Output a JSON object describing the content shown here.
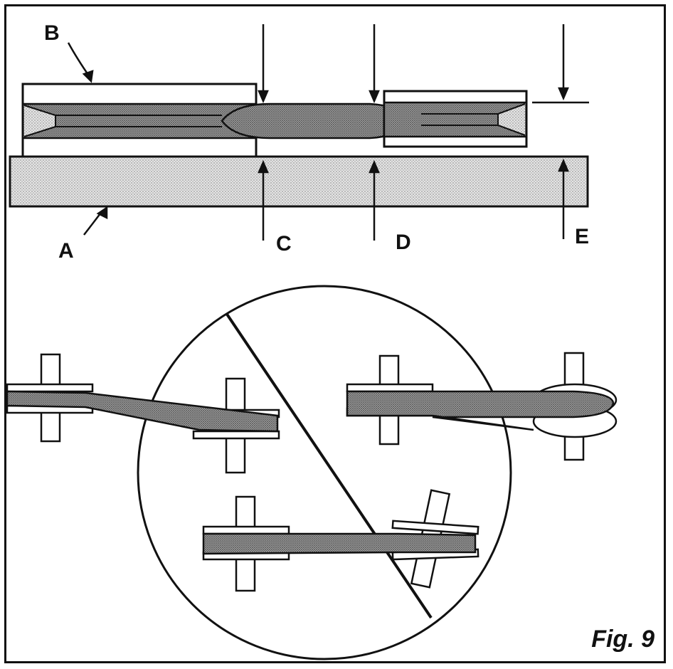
{
  "labels": {
    "a": "A",
    "b": "B",
    "c": "C",
    "d": "D",
    "e": "E"
  },
  "caption": "Fig. 9",
  "colors": {
    "line": "#111111",
    "fill_light": "#d9d9d9",
    "fill_dark": "#8a8a8a"
  }
}
